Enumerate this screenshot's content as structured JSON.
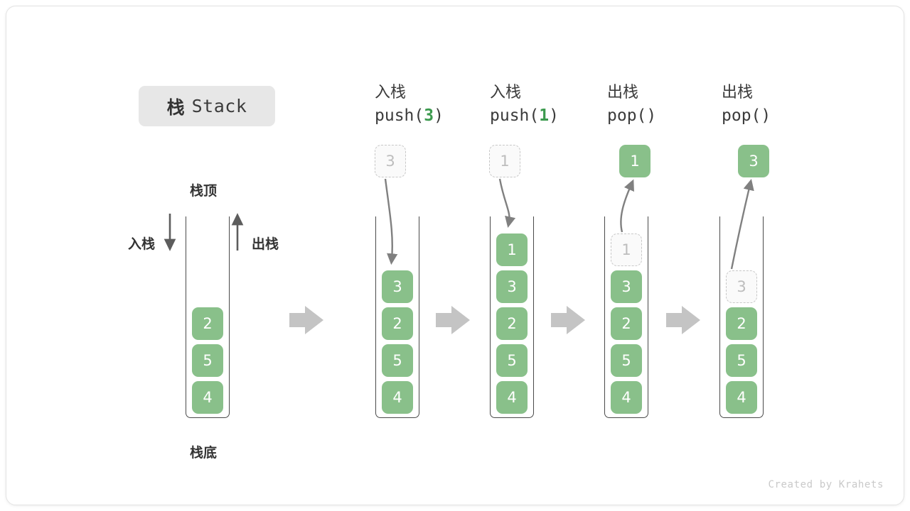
{
  "title": {
    "cn": "栈",
    "en": "Stack"
  },
  "labels": {
    "top": "栈顶",
    "bottom": "栈底",
    "push_side": "入栈",
    "pop_side": "出栈"
  },
  "footer": "Created by Krahets",
  "colors": {
    "cell_fill": "#89c08a",
    "cell_text": "#ffffff",
    "ghost_fill": "#fafafa",
    "ghost_border": "#c8c8c8",
    "ghost_text": "#bdbdbd",
    "container_border": "#4a4a4a",
    "arrow_gray": "#808080",
    "step_arrow": "#c4c4c4",
    "accent_green": "#3c9a4e",
    "title_chip_bg": "#e7e7e7",
    "text_dark": "#333333"
  },
  "columns": [
    {
      "id": "initial",
      "op_cn": "",
      "op_code": "",
      "op_arg": "",
      "stack": [
        "2",
        "5",
        "4"
      ],
      "ghost": null,
      "result": null
    },
    {
      "id": "push-3",
      "op_cn": "入栈",
      "op_code_prefix": "push(",
      "op_arg": "3",
      "op_code_suffix": ")",
      "stack": [
        "3",
        "2",
        "5",
        "4"
      ],
      "ghost": "3",
      "ghost_position": "above",
      "result": null
    },
    {
      "id": "push-1",
      "op_cn": "入栈",
      "op_code_prefix": "push(",
      "op_arg": "1",
      "op_code_suffix": ")",
      "stack": [
        "1",
        "3",
        "2",
        "5",
        "4"
      ],
      "ghost": "1",
      "ghost_position": "above",
      "result": null
    },
    {
      "id": "pop-1",
      "op_cn": "出栈",
      "op_code_prefix": "pop(",
      "op_arg": "",
      "op_code_suffix": ")",
      "stack": [
        "3",
        "2",
        "5",
        "4"
      ],
      "ghost": "1",
      "ghost_position": "in-stack",
      "result": "1"
    },
    {
      "id": "pop-2",
      "op_cn": "出栈",
      "op_code_prefix": "pop(",
      "op_arg": "",
      "op_code_suffix": ")",
      "stack": [
        "2",
        "5",
        "4"
      ],
      "ghost": "3",
      "ghost_position": "in-stack",
      "result": "3"
    }
  ],
  "step_arrows": 4
}
